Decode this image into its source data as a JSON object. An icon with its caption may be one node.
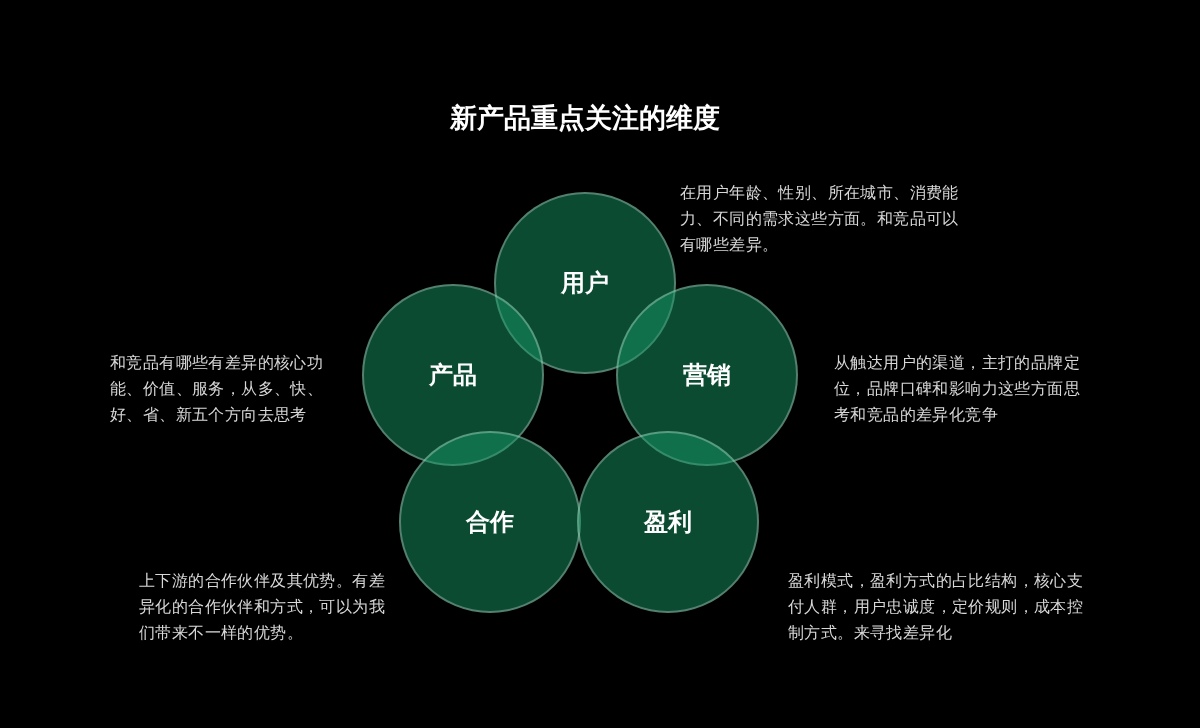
{
  "diagram": {
    "title": "新产品重点关注的维度",
    "nodes": [
      {
        "text": [
          "用户"
        ],
        "beside": [
          "在用户年龄、性别、所在城市、消费能力、不同的需求这些方面。和竞品可以有哪些差异。"
        ]
      },
      {
        "text": [
          "产品"
        ],
        "beside": [
          "和竞品有哪些有差异的核心功能、价值、服务，从多、快、好、省、新五个方向去思考"
        ]
      },
      {
        "text": [
          "营销"
        ],
        "beside": [
          "从触达用户的渠道，主打的品牌定位，品牌口碑和影响力这些方面思考和竞品的差异化竞争"
        ]
      },
      {
        "text": [
          "合作"
        ],
        "beside": [
          "上下游的合作伙伴及其优势。有差异化的合作伙伴和方式，可以为我们带来不一样的优势。"
        ]
      },
      {
        "text": [
          "盈利"
        ],
        "beside": [
          "盈利模式，盈利方式的占比结构，核心支付人群，用户忠诚度，定价规则，成本控制方式。来寻找差异化"
        ]
      }
    ]
  }
}
